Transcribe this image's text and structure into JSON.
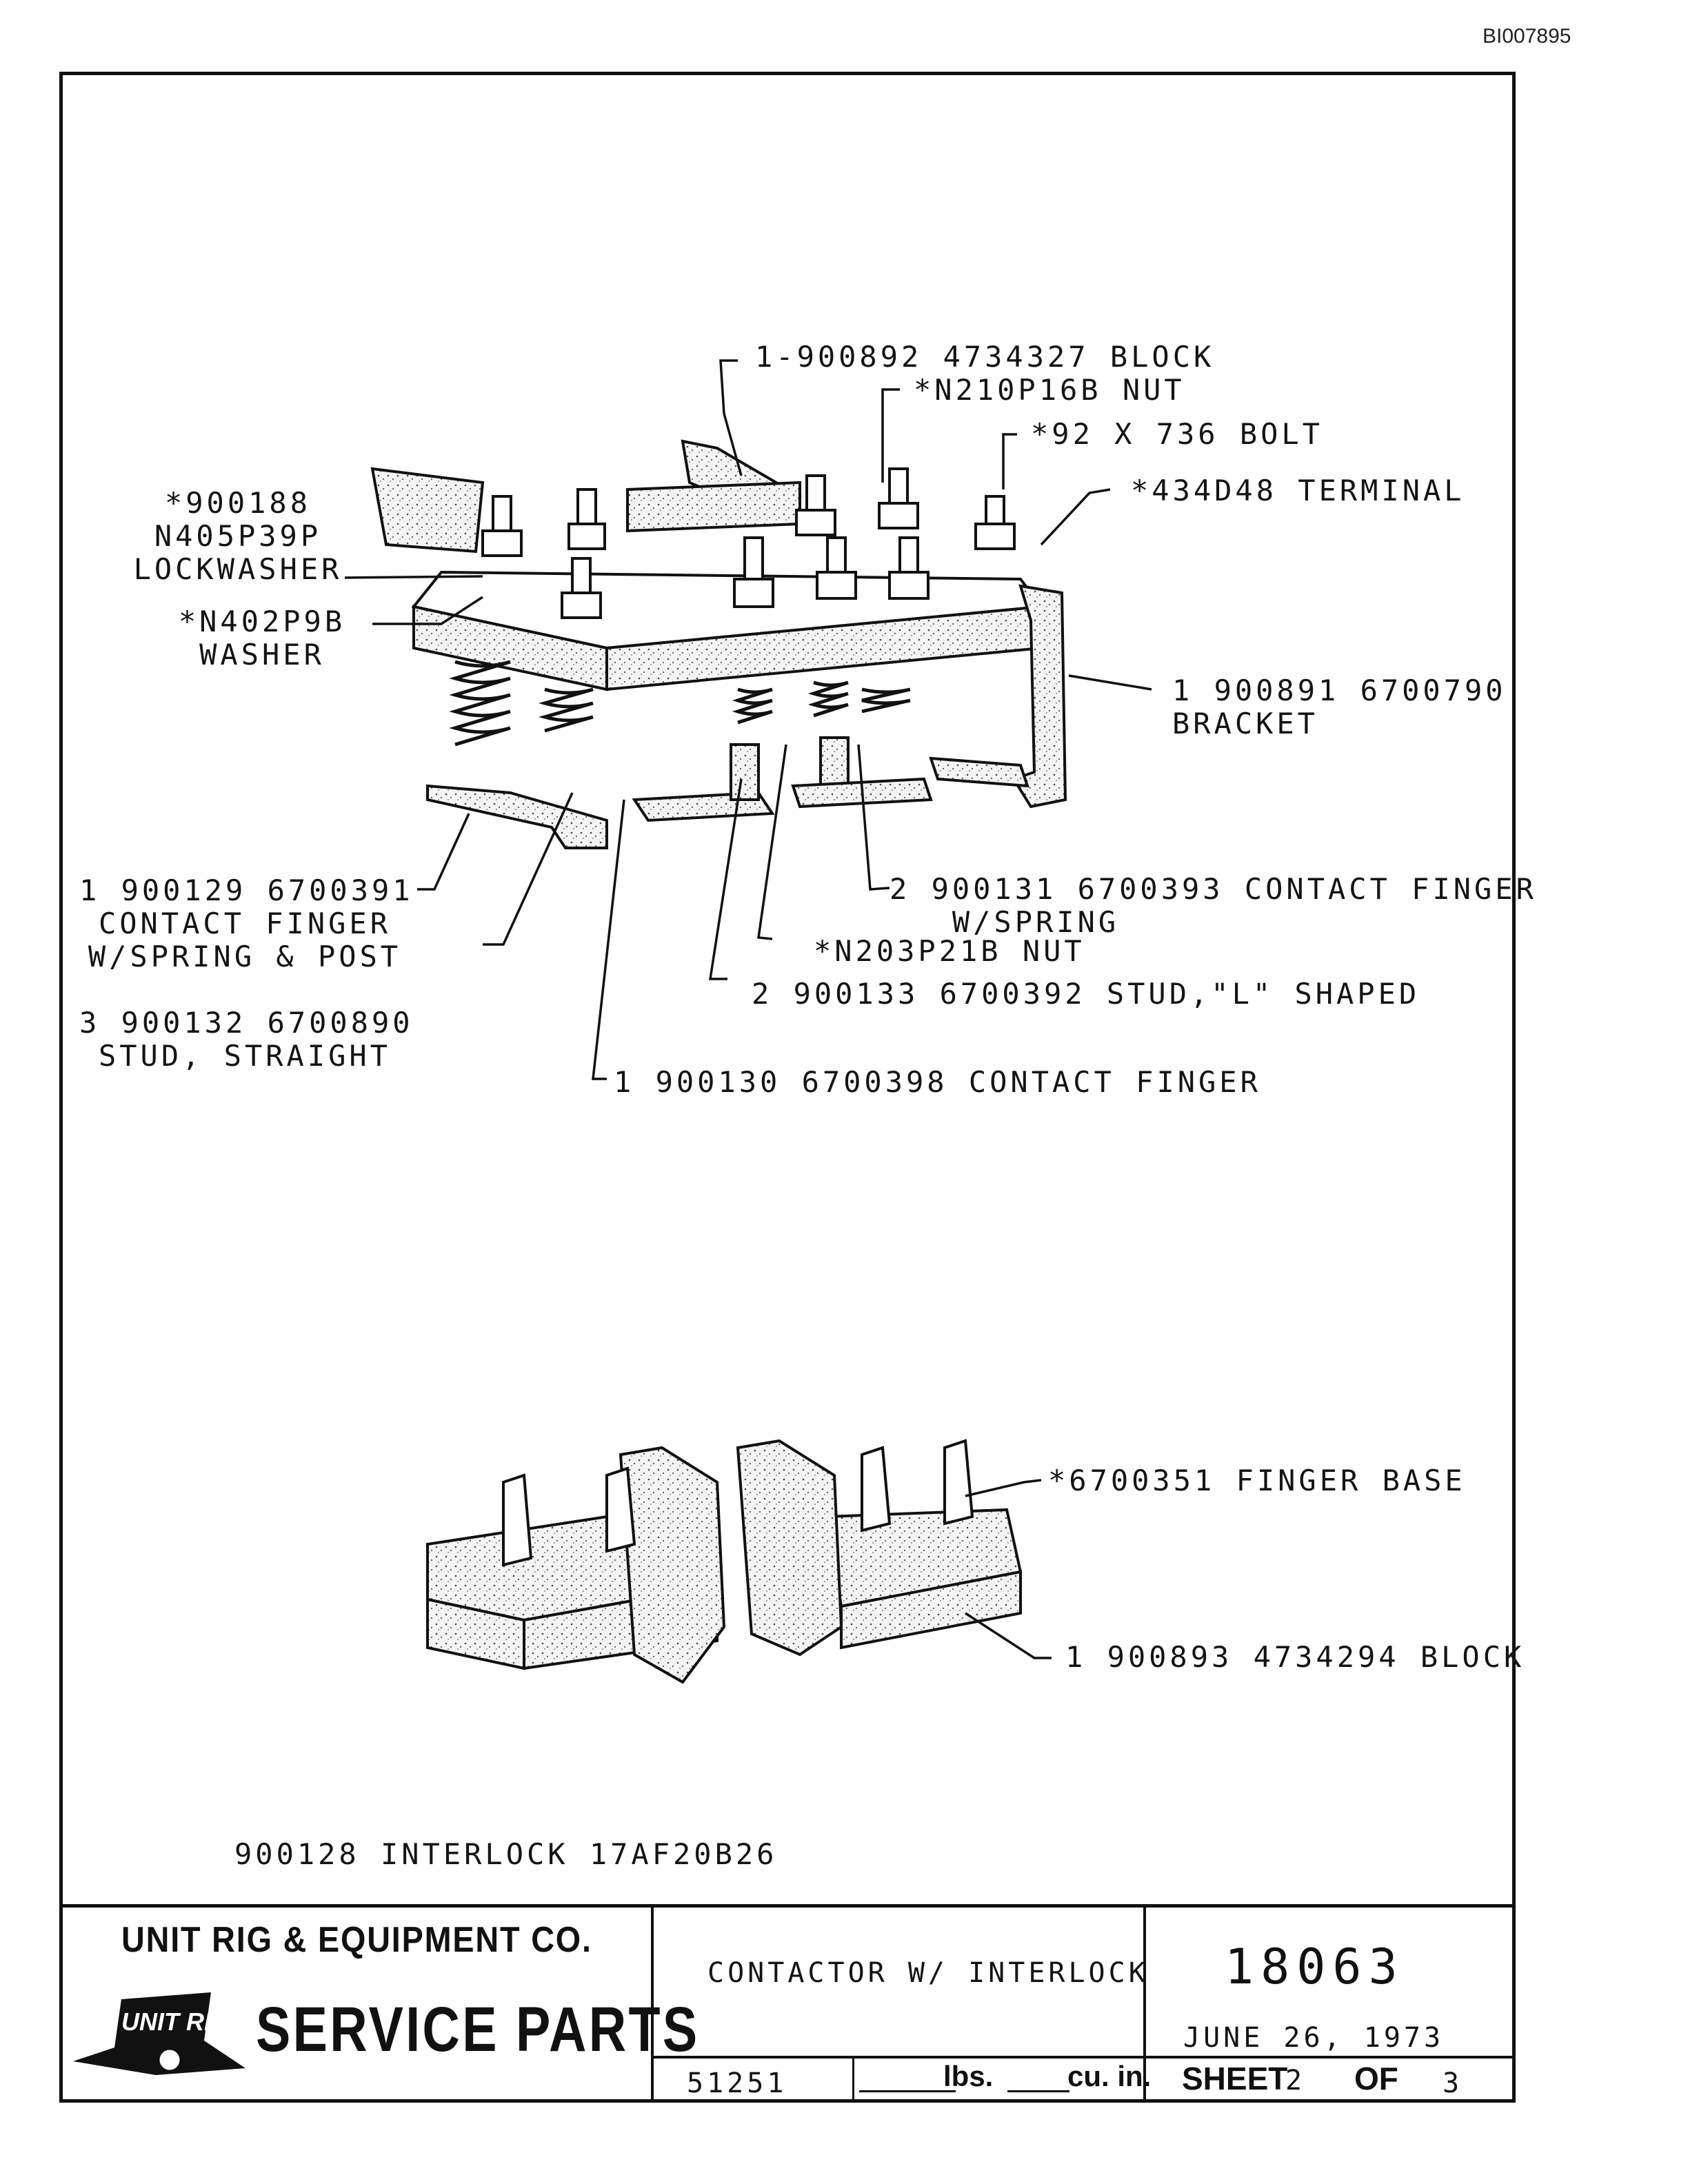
{
  "document_id": "BI007895",
  "callouts": {
    "block_top": "1-900892 4734327 BLOCK",
    "nut_n210": "*N210P16B NUT",
    "bolt": "*92 X 736 BOLT",
    "terminal": "*434D48 TERMINAL",
    "lockwasher": "*900188\nN405P39P\nLOCKWASHER",
    "washer": "*N402P9B\nWASHER",
    "bracket": "1 900891 6700790\nBRACKET",
    "contact_finger_spring_post": "1 900129 6700391\nCONTACT FINGER\nW/SPRING & POST",
    "stud_straight": "3 900132 6700890\nSTUD, STRAIGHT",
    "contact_finger_spring": "2 900131 6700393 CONTACT FINGER\n   W/SPRING",
    "nut_n203": "*N203P21B NUT",
    "stud_l": "2 900133 6700392 STUD,\"L\" SHAPED",
    "contact_finger": "1 900130 6700398 CONTACT FINGER",
    "finger_base": "*6700351 FINGER BASE",
    "block_bottom": "1 900893 4734294 BLOCK"
  },
  "assembly_title": "900128 INTERLOCK 17AF20B26",
  "title_block": {
    "company": "UNIT RIG & EQUIPMENT CO.",
    "logo_text": "UNIT RIG",
    "department": "SERVICE PARTS",
    "description": "CONTACTOR W/ INTERLOCK",
    "drawing_number": "18063",
    "date": "JUNE 26, 1973",
    "ref_number": "51251",
    "lbs_label": "lbs.",
    "cuin_label": "cu. in.",
    "sheet_label": "SHEET",
    "sheet_number": "2",
    "of_label": "OF",
    "sheet_total": "3"
  }
}
